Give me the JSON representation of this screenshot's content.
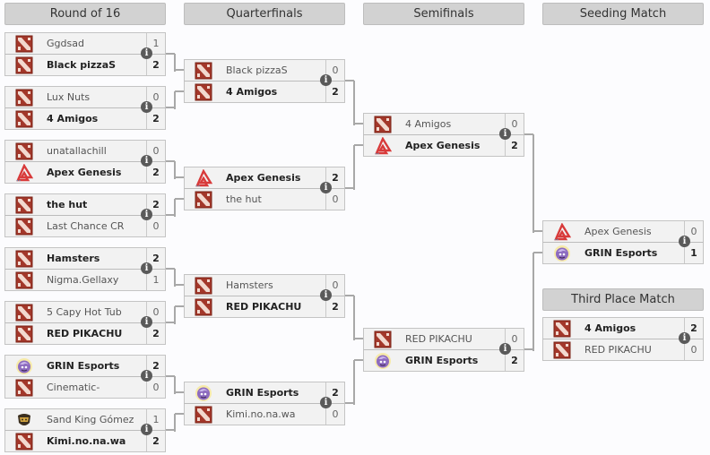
{
  "rounds": [
    {
      "label": "Round of 16"
    },
    {
      "label": "Quarterfinals"
    },
    {
      "label": "Semifinals"
    },
    {
      "label": "Seeding Match"
    }
  ],
  "third_place_header": "Third Place Match",
  "info_icon_glyph": "i",
  "matches": {
    "r16": [
      {
        "teams": [
          {
            "name": "Ggdsad",
            "score": "1",
            "logo": "dota-icon",
            "win": false
          },
          {
            "name": "Black pizzaS",
            "score": "2",
            "logo": "dota-icon",
            "win": true
          }
        ]
      },
      {
        "teams": [
          {
            "name": "Lux Nuts",
            "score": "0",
            "logo": "dota-icon",
            "win": false
          },
          {
            "name": "4 Amigos",
            "score": "2",
            "logo": "dota-icon",
            "win": true
          }
        ]
      },
      {
        "teams": [
          {
            "name": "unatallachill",
            "score": "0",
            "logo": "dota-icon",
            "win": false
          },
          {
            "name": "Apex Genesis",
            "score": "2",
            "logo": "apex-icon",
            "win": true
          }
        ]
      },
      {
        "teams": [
          {
            "name": "the hut",
            "score": "2",
            "logo": "dota-icon",
            "win": true
          },
          {
            "name": "Last Chance CR",
            "score": "0",
            "logo": "dota-icon",
            "win": false
          }
        ]
      },
      {
        "teams": [
          {
            "name": "Hamsters",
            "score": "2",
            "logo": "dota-icon",
            "win": true
          },
          {
            "name": "Nigma.Gellaxy",
            "score": "1",
            "logo": "dota-icon",
            "win": false
          }
        ]
      },
      {
        "teams": [
          {
            "name": "5 Capy Hot Tub",
            "score": "0",
            "logo": "dota-icon",
            "win": false
          },
          {
            "name": "RED PIKACHU",
            "score": "2",
            "logo": "dota-icon",
            "win": true
          }
        ]
      },
      {
        "teams": [
          {
            "name": "GRIN Esports",
            "score": "2",
            "logo": "grin-icon",
            "win": true
          },
          {
            "name": "Cinematic-",
            "score": "0",
            "logo": "dota-icon",
            "win": false
          }
        ]
      },
      {
        "teams": [
          {
            "name": "Sand King Gómez",
            "score": "1",
            "logo": "sandking-icon",
            "win": false
          },
          {
            "name": "Kimi.no.na.wa",
            "score": "2",
            "logo": "dota-icon",
            "win": true
          }
        ]
      }
    ],
    "qf": [
      {
        "teams": [
          {
            "name": "Black pizzaS",
            "score": "0",
            "logo": "dota-icon",
            "win": false
          },
          {
            "name": "4 Amigos",
            "score": "2",
            "logo": "dota-icon",
            "win": true
          }
        ]
      },
      {
        "teams": [
          {
            "name": "Apex Genesis",
            "score": "2",
            "logo": "apex-icon",
            "win": true
          },
          {
            "name": "the hut",
            "score": "0",
            "logo": "dota-icon",
            "win": false
          }
        ]
      },
      {
        "teams": [
          {
            "name": "Hamsters",
            "score": "0",
            "logo": "dota-icon",
            "win": false
          },
          {
            "name": "RED PIKACHU",
            "score": "2",
            "logo": "dota-icon",
            "win": true
          }
        ]
      },
      {
        "teams": [
          {
            "name": "GRIN Esports",
            "score": "2",
            "logo": "grin-icon",
            "win": true
          },
          {
            "name": "Kimi.no.na.wa",
            "score": "0",
            "logo": "dota-icon",
            "win": false
          }
        ]
      }
    ],
    "sf": [
      {
        "teams": [
          {
            "name": "4 Amigos",
            "score": "0",
            "logo": "dota-icon",
            "win": false
          },
          {
            "name": "Apex Genesis",
            "score": "2",
            "logo": "apex-icon",
            "win": true
          }
        ]
      },
      {
        "teams": [
          {
            "name": "RED PIKACHU",
            "score": "0",
            "logo": "dota-icon",
            "win": false
          },
          {
            "name": "GRIN Esports",
            "score": "2",
            "logo": "grin-icon",
            "win": true
          }
        ]
      }
    ],
    "seeding": [
      {
        "teams": [
          {
            "name": "Apex Genesis",
            "score": "0",
            "logo": "apex-icon",
            "win": false
          },
          {
            "name": "GRIN Esports",
            "score": "1",
            "logo": "grin-icon",
            "win": true
          }
        ]
      }
    ],
    "third": [
      {
        "teams": [
          {
            "name": "4 Amigos",
            "score": "2",
            "logo": "dota-icon",
            "win": true
          },
          {
            "name": "RED PIKACHU",
            "score": "0",
            "logo": "dota-icon",
            "win": false
          }
        ]
      }
    ]
  }
}
